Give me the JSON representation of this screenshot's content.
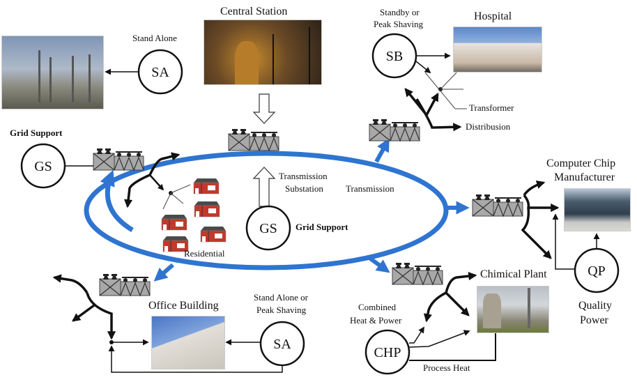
{
  "diagram": {
    "title_top": "Central Station",
    "nodes": {
      "sa_top": {
        "abbr": "SA",
        "caption": "Stand Alone"
      },
      "sb": {
        "abbr": "SB",
        "caption_line1": "Standby or",
        "caption_line2": "Peak Shaving"
      },
      "gs_left": {
        "abbr": "GS",
        "caption": "Grid Support"
      },
      "gs_center": {
        "abbr": "GS",
        "caption": "Grid Support"
      },
      "qp": {
        "abbr": "QP",
        "caption_line1": "Quality",
        "caption_line2": "Power"
      },
      "chp": {
        "abbr": "CHP",
        "caption_line1": "Combined",
        "caption_line2": "Heat & Power"
      },
      "sa_bottom": {
        "abbr": "SA",
        "caption_line1": "Stand Alone or",
        "caption_line2": "Peak Shaving"
      }
    },
    "facilities": {
      "hospital": "Hospital",
      "chip_line1": "Computer Chip",
      "chip_line2": "Manufacturer",
      "chemical": "Chimical Plant",
      "office": "Office Building",
      "residential": "Residential"
    },
    "labels": {
      "transformer": "Transformer",
      "distribution": "Distribusion",
      "transmission_substation_line1": "Transmission",
      "transmission_substation_line2": "Substation",
      "transmission": "Transmission",
      "process_heat": "Process Heat"
    },
    "colors": {
      "ring": "#2f74d0",
      "line": "#111111",
      "substation_fill": "#a8a8a8",
      "house_red": "#c0392b",
      "house_roof": "#4a4a4a"
    }
  }
}
